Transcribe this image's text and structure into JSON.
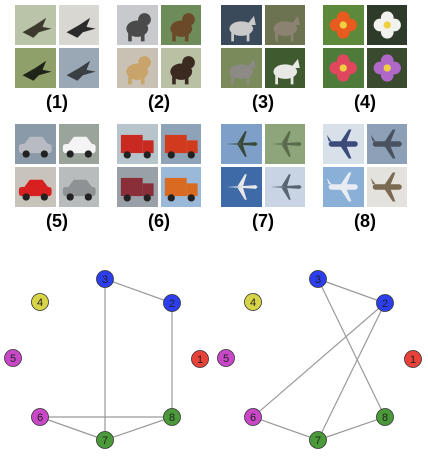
{
  "panels": [
    {
      "label": "(1)",
      "category": "birds",
      "tiles": [
        {
          "bg": "#b9c4a8",
          "fg": "#3e3a30",
          "icon": "bird-icon"
        },
        {
          "bg": "#d9d7d2",
          "fg": "#2b2b2b",
          "icon": "bird-icon"
        },
        {
          "bg": "#8fa06a",
          "fg": "#1e2418",
          "icon": "bird-icon"
        },
        {
          "bg": "#9aa7b4",
          "fg": "#3a3f44",
          "icon": "bird-icon"
        }
      ]
    },
    {
      "label": "(2)",
      "category": "dogs",
      "tiles": [
        {
          "bg": "#c7c9cc",
          "fg": "#4a4a4a",
          "icon": "dog-icon"
        },
        {
          "bg": "#6e8c5a",
          "fg": "#6b4a2a",
          "icon": "dog-icon"
        },
        {
          "bg": "#c9c2b4",
          "fg": "#c8a46a",
          "icon": "dog-icon"
        },
        {
          "bg": "#b9c0a3",
          "fg": "#3a2a20",
          "icon": "dog-icon"
        }
      ]
    },
    {
      "label": "(3)",
      "category": "wolves",
      "tiles": [
        {
          "bg": "#3b4a5a",
          "fg": "#c9c9c9",
          "icon": "wolf-icon"
        },
        {
          "bg": "#6b7350",
          "fg": "#8c8272",
          "icon": "wolf-icon"
        },
        {
          "bg": "#7a8a5a",
          "fg": "#8c8a84",
          "icon": "wolf-icon"
        },
        {
          "bg": "#3e5a2e",
          "fg": "#e8e8e4",
          "icon": "wolf-icon"
        }
      ]
    },
    {
      "label": "(4)",
      "category": "flowers",
      "tiles": [
        {
          "bg": "#5c8a3a",
          "fg": "#e85a1e",
          "icon": "flower-icon"
        },
        {
          "bg": "#2e3a2a",
          "fg": "#f2f2ee",
          "icon": "flower-icon"
        },
        {
          "bg": "#4e7a3a",
          "fg": "#e0465e",
          "icon": "flower-icon"
        },
        {
          "bg": "#3a4a2e",
          "fg": "#b068c8",
          "icon": "flower-icon"
        }
      ]
    },
    {
      "label": "(5)",
      "category": "cars",
      "tiles": [
        {
          "bg": "#8a9aa8",
          "fg": "#b8bcc2",
          "icon": "car-icon"
        },
        {
          "bg": "#9aa49a",
          "fg": "#f4f4f4",
          "icon": "car-icon"
        },
        {
          "bg": "#c8c4bc",
          "fg": "#d82020",
          "icon": "car-icon"
        },
        {
          "bg": "#b8bcbc",
          "fg": "#8e9294",
          "icon": "car-icon"
        }
      ]
    },
    {
      "label": "(6)",
      "category": "trucks",
      "tiles": [
        {
          "bg": "#b8c4cc",
          "fg": "#c82a22",
          "icon": "truck-icon"
        },
        {
          "bg": "#8ea2b8",
          "fg": "#d23a1e",
          "icon": "truck-icon"
        },
        {
          "bg": "#9aa0a8",
          "fg": "#8a2e3a",
          "icon": "truck-icon"
        },
        {
          "bg": "#9ab8d8",
          "fg": "#d86a22",
          "icon": "truck-icon"
        }
      ]
    },
    {
      "label": "(7)",
      "category": "military aircraft",
      "tiles": [
        {
          "bg": "#7ea0c8",
          "fg": "#3a4a3a",
          "icon": "jet-icon"
        },
        {
          "bg": "#8ea47a",
          "fg": "#5a6a4a",
          "icon": "jet-icon"
        },
        {
          "bg": "#3e6aa8",
          "fg": "#e8e8ea",
          "icon": "jet-icon"
        },
        {
          "bg": "#c8d4e4",
          "fg": "#5a6470",
          "icon": "jet-icon"
        }
      ]
    },
    {
      "label": "(8)",
      "category": "airliners",
      "tiles": [
        {
          "bg": "#d8e0ea",
          "fg": "#3a4a7a",
          "icon": "airliner-icon"
        },
        {
          "bg": "#8ea0b8",
          "fg": "#4a5260",
          "icon": "airliner-icon"
        },
        {
          "bg": "#8ab0d8",
          "fg": "#e8ecf2",
          "icon": "airliner-icon"
        },
        {
          "bg": "#e4e2dc",
          "fg": "#7a6a52",
          "icon": "airliner-icon"
        }
      ]
    }
  ],
  "graphs": [
    {
      "edges": [
        [
          3,
          7
        ],
        [
          3,
          2
        ],
        [
          2,
          8
        ],
        [
          6,
          8
        ],
        [
          6,
          7
        ],
        [
          7,
          8
        ]
      ]
    },
    {
      "edges": [
        [
          3,
          2
        ],
        [
          3,
          8
        ],
        [
          2,
          6
        ],
        [
          2,
          7
        ],
        [
          6,
          7
        ],
        [
          7,
          8
        ]
      ]
    }
  ],
  "nodes": [
    {
      "id": 1,
      "label": "1",
      "color": "#e8423a"
    },
    {
      "id": 2,
      "label": "2",
      "color": "#2c3ef0"
    },
    {
      "id": 3,
      "label": "3",
      "color": "#2c3ef0"
    },
    {
      "id": 4,
      "label": "4",
      "color": "#d8d448"
    },
    {
      "id": 5,
      "label": "5",
      "color": "#c848c8"
    },
    {
      "id": 6,
      "label": "6",
      "color": "#c848c8"
    },
    {
      "id": 7,
      "label": "7",
      "color": "#4a9a3a"
    },
    {
      "id": 8,
      "label": "8",
      "color": "#4a9a3a"
    }
  ],
  "edge_color": "#9a9a9a"
}
